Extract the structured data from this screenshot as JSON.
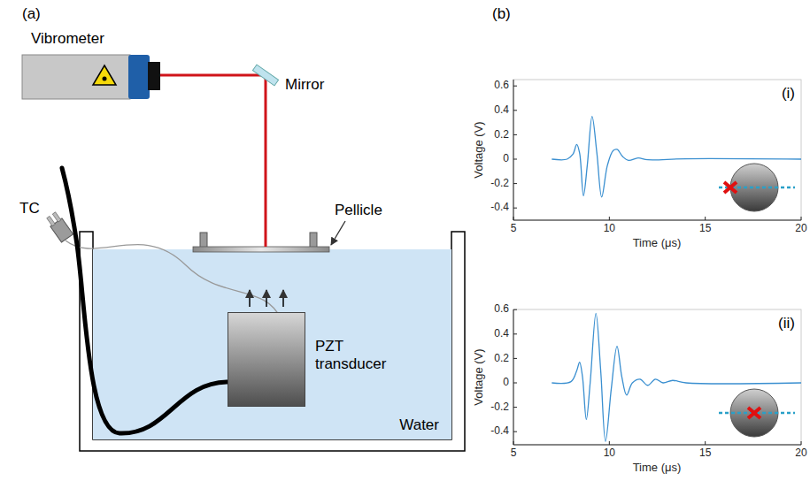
{
  "diagram": {
    "nodes": [
      {
        "text": [
          "Vibrometer"
        ]
      },
      {
        "text": [
          "Water"
        ]
      },
      {
        "text": [
          "PZT transducer"
        ],
        "in": 1
      }
    ],
    "labels": [
      "(a)",
      "Mirror",
      "TC",
      "Pellicle",
      "(b)",
      "(i)",
      "0.6",
      "0.4",
      "0.2",
      "0",
      "-0.2",
      "-0.4",
      "5",
      "10",
      "15",
      "20",
      "Voltage (V)",
      "Time (μs)",
      "(ii)",
      "0.6",
      "0.4",
      "0.2",
      "0",
      "-0.2",
      "-0.4",
      "5",
      "10",
      "15",
      "20",
      "Voltage (V)",
      "Time (μs)"
    ]
  }
}
